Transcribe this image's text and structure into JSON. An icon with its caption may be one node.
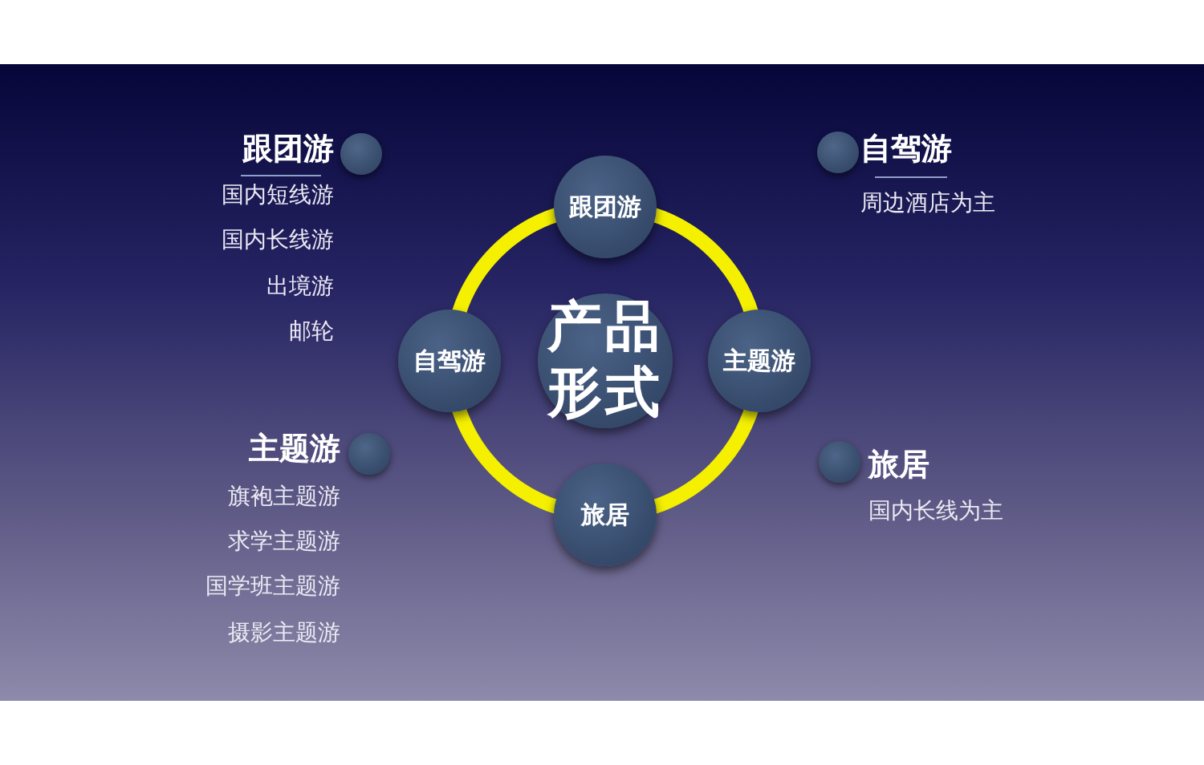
{
  "diagram": {
    "nodes": [
      {
        "text": [
          "产品形式"
        ]
      },
      {
        "text": [
          "跟团游"
        ]
      },
      {
        "text": [
          "自驾游"
        ]
      },
      {
        "text": [
          "主题游"
        ]
      },
      {
        "text": [
          "旅居"
        ]
      },
      {
        "text": [
          "跟团游",
          "国内短线游",
          "国内长线游",
          "出境游",
          "邮轮"
        ]
      },
      {
        "text": [
          "自驾游",
          "周边酒店为主"
        ]
      },
      {
        "text": [
          "主题游",
          "旗袍主题游",
          "求学主题游",
          "国学班主题游",
          "摄影主题游"
        ]
      },
      {
        "text": [
          "旅居",
          "国内长线为主"
        ]
      }
    ]
  }
}
